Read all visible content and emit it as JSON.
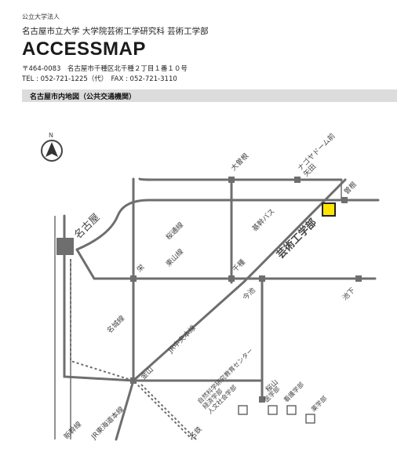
{
  "header": {
    "org_small": "公立大学法人",
    "org_full": "名古屋市立大学 大学院芸術工学研究科 芸術工学部",
    "title": "ACCESSMAP",
    "address": "〒464-0083　名古屋市千種区北千種２丁目１番１０号",
    "tel": "TEL : 052-721-1225（代）　FAX : 052-721-3110"
  },
  "section": {
    "label": "名古屋市内地図（公共交通機関）"
  },
  "map": {
    "north": "N",
    "stations": {
      "nagoya": "名古屋",
      "ozone": "大曽根",
      "nagoya_dome": "ナゴヤドーム前\n矢田",
      "sone": "曽根",
      "sakae": "栄",
      "chikusa": "千種",
      "imaike": "今池",
      "ikeshita": "池下",
      "kanayama": "金山",
      "sakurayama": "桜山"
    },
    "lines": {
      "sakuradori": "桜通線",
      "higashiyama": "東山線",
      "meijo": "名城線",
      "jr_chuo": "JR中央本線",
      "jr_tokaido": "JR東海道本線",
      "shinkansen": "新幹線",
      "meitetsu": "名鉄",
      "kikan_bus": "基幹バス"
    },
    "campuses": {
      "geijutsu": "芸術工学部",
      "jinbun": "自然科学研究教育センター\n経済学部\n人文社会学部",
      "igaku": "医学部",
      "kango": "看護学部",
      "yakugaku": "薬学部"
    },
    "colors": {
      "line": "#6e6e6e",
      "station": "#6e6e6e",
      "highlight": "#ffe400",
      "highlight_border": "#222222"
    }
  }
}
